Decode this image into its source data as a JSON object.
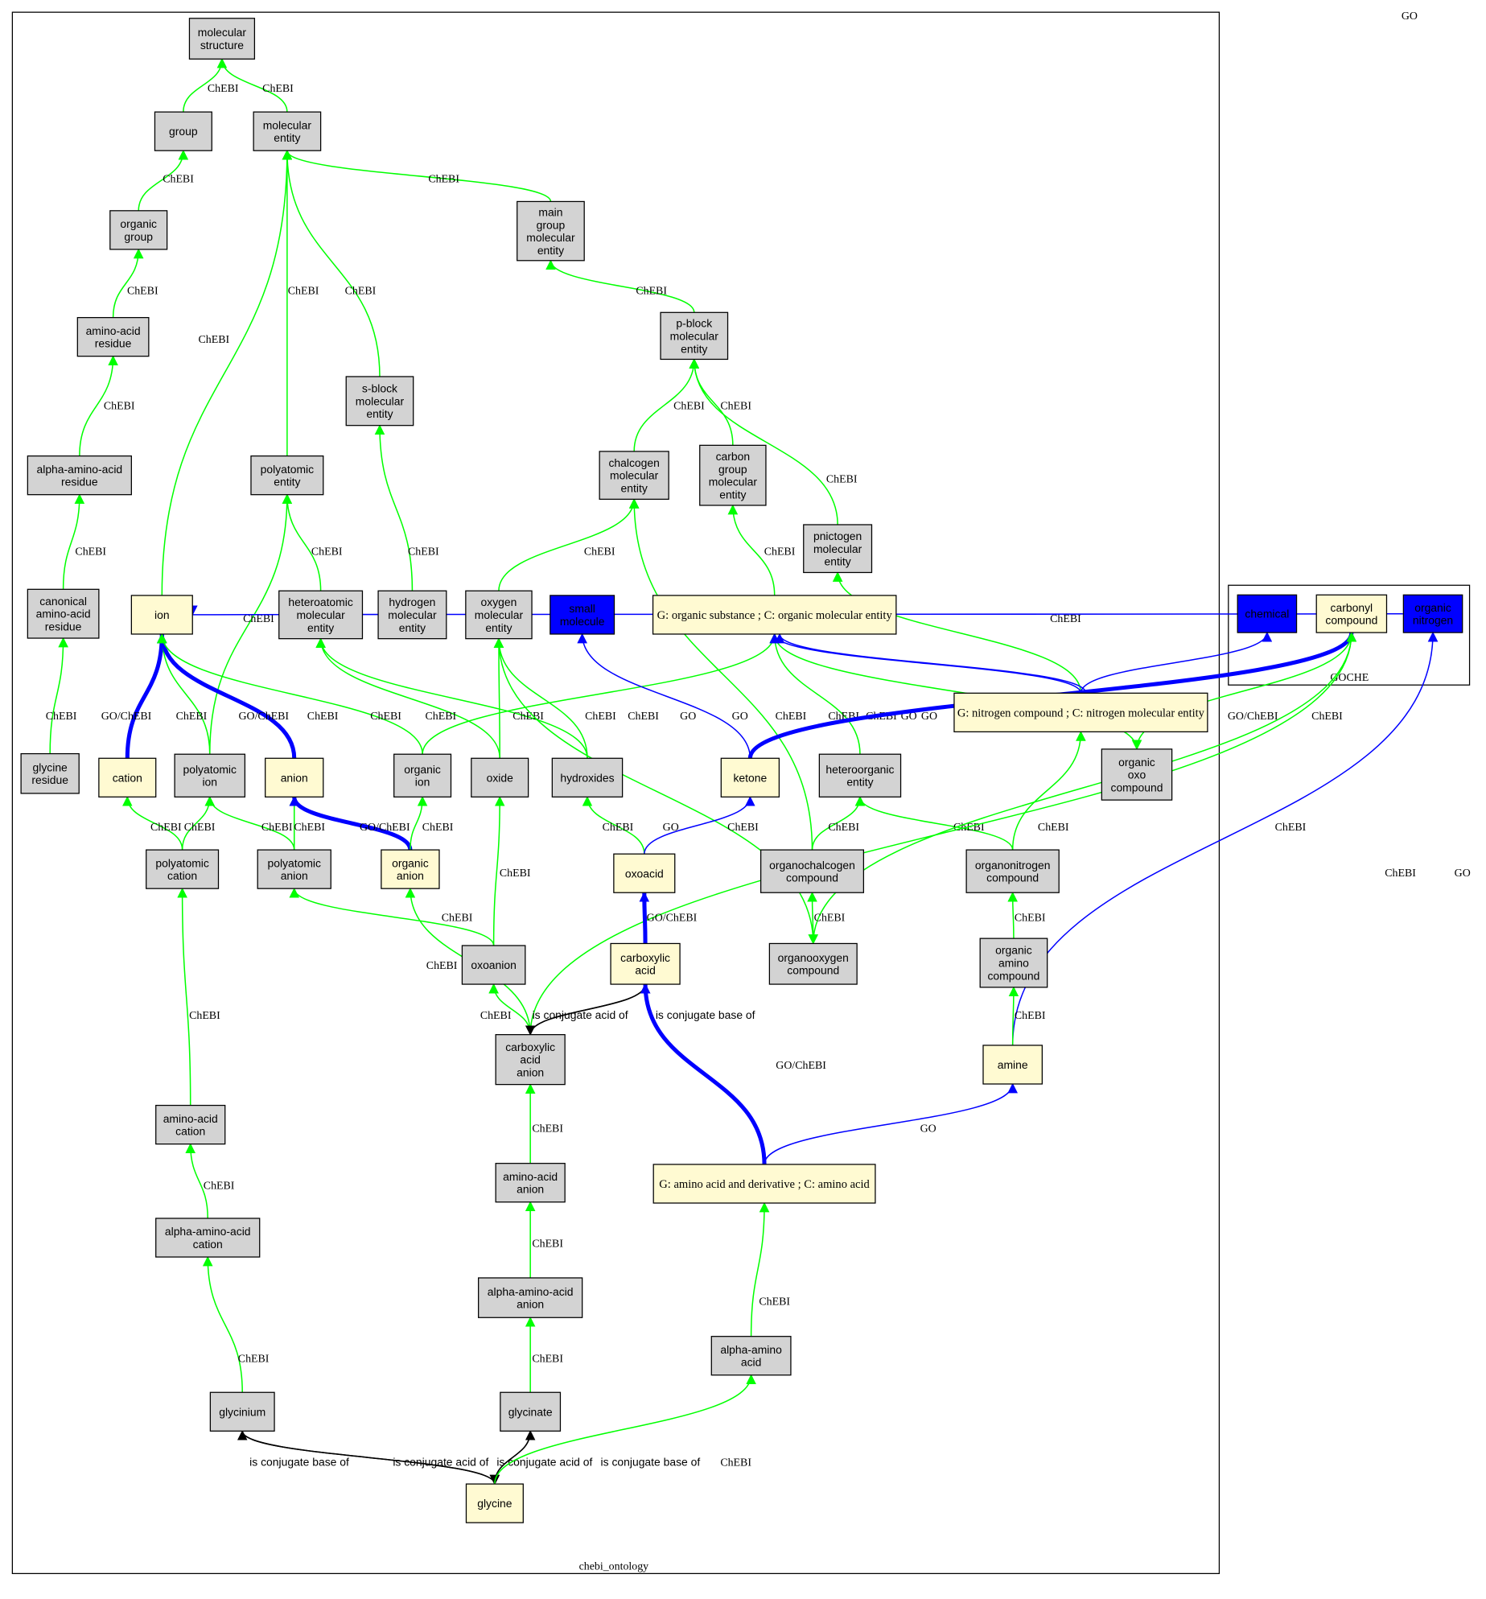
{
  "graph_label": "GO",
  "clusters": {
    "chebi": {
      "label": "chebi_ontology"
    },
    "goche": {
      "label": "GOCHE"
    }
  },
  "colors": {
    "chebi_node": "#d3d3d3",
    "shared_node": "#fffad2",
    "go_node": "#0000ff",
    "chebi_edge": "#00ff00",
    "go_edge": "#0000ff",
    "relation_edge": "#000000"
  },
  "nodes": [
    {
      "id": "molstruct",
      "label": "molecular\nstructure",
      "kind": "chebi"
    },
    {
      "id": "group",
      "label": "group",
      "kind": "chebi"
    },
    {
      "id": "molent",
      "label": "molecular\nentity",
      "kind": "chebi"
    },
    {
      "id": "orggroup",
      "label": "organic\ngroup",
      "kind": "chebi"
    },
    {
      "id": "aares",
      "label": "amino-acid\nresidue",
      "kind": "chebi"
    },
    {
      "id": "maingroup",
      "label": "main\ngroup\nmolecular\nentity",
      "kind": "chebi"
    },
    {
      "id": "pblock",
      "label": "p-block\nmolecular\nentity",
      "kind": "chebi"
    },
    {
      "id": "sblock",
      "label": "s-block\nmolecular\nentity",
      "kind": "chebi"
    },
    {
      "id": "alphaaares",
      "label": "alpha-amino-acid\nresidue",
      "kind": "chebi"
    },
    {
      "id": "polyent",
      "label": "polyatomic\nentity",
      "kind": "chebi"
    },
    {
      "id": "chalcogen",
      "label": "chalcogen\nmolecular\nentity",
      "kind": "chebi"
    },
    {
      "id": "carbongrp",
      "label": "carbon\ngroup\nmolecular\nentity",
      "kind": "chebi"
    },
    {
      "id": "pnictogen",
      "label": "pnictogen\nmolecular\nentity",
      "kind": "chebi"
    },
    {
      "id": "canonaares",
      "label": "canonical\namino-acid\nresidue",
      "kind": "chebi"
    },
    {
      "id": "ion",
      "label": "ion",
      "kind": "shared"
    },
    {
      "id": "heteroatomic",
      "label": "heteroatomic\nmolecular\nentity",
      "kind": "chebi"
    },
    {
      "id": "hydrogen",
      "label": "hydrogen\nmolecular\nentity",
      "kind": "chebi"
    },
    {
      "id": "oxygen",
      "label": "oxygen\nmolecular\nentity",
      "kind": "chebi"
    },
    {
      "id": "smallmol",
      "label": "small\nmolecule",
      "kind": "go"
    },
    {
      "id": "orgsubst",
      "label": "G: organic substance ; C: organic molecular entity",
      "kind": "shared",
      "serif": true
    },
    {
      "id": "nitrocomp",
      "label": "G: nitrogen compound ; C: nitrogen molecular entity",
      "kind": "shared",
      "serif": true
    },
    {
      "id": "chemical",
      "label": "chemical",
      "kind": "go"
    },
    {
      "id": "carbonyl",
      "label": "carbonyl\ncompound",
      "kind": "shared"
    },
    {
      "id": "orgnitrogen",
      "label": "organic\nnitrogen",
      "kind": "go"
    },
    {
      "id": "glyres",
      "label": "glycine\nresidue",
      "kind": "chebi"
    },
    {
      "id": "cation",
      "label": "cation",
      "kind": "shared"
    },
    {
      "id": "polyion",
      "label": "polyatomic\nion",
      "kind": "chebi"
    },
    {
      "id": "anion",
      "label": "anion",
      "kind": "shared"
    },
    {
      "id": "orgion",
      "label": "organic\nion",
      "kind": "chebi"
    },
    {
      "id": "oxide",
      "label": "oxide",
      "kind": "chebi"
    },
    {
      "id": "hydroxides",
      "label": "hydroxides",
      "kind": "chebi"
    },
    {
      "id": "ketone",
      "label": "ketone",
      "kind": "shared"
    },
    {
      "id": "heteroorg",
      "label": "heteroorganic\nentity",
      "kind": "chebi"
    },
    {
      "id": "orgoxo",
      "label": "organic\noxo\ncompound",
      "kind": "chebi"
    },
    {
      "id": "polycation",
      "label": "polyatomic\ncation",
      "kind": "chebi"
    },
    {
      "id": "polyanion",
      "label": "polyatomic\nanion",
      "kind": "chebi"
    },
    {
      "id": "organion",
      "label": "organic\nanion",
      "kind": "shared"
    },
    {
      "id": "oxoacid",
      "label": "oxoacid",
      "kind": "shared"
    },
    {
      "id": "orgchalc",
      "label": "organochalcogen\ncompound",
      "kind": "chebi"
    },
    {
      "id": "orgnitro",
      "label": "organonitrogen\ncompound",
      "kind": "chebi"
    },
    {
      "id": "oxoanion",
      "label": "oxoanion",
      "kind": "chebi"
    },
    {
      "id": "carbacid",
      "label": "carboxylic\nacid",
      "kind": "shared"
    },
    {
      "id": "orgoxy",
      "label": "organooxygen\ncompound",
      "kind": "chebi"
    },
    {
      "id": "orgamino",
      "label": "organic\namino\ncompound",
      "kind": "chebi"
    },
    {
      "id": "carbanion",
      "label": "carboxylic\nacid\nanion",
      "kind": "chebi"
    },
    {
      "id": "amine",
      "label": "amine",
      "kind": "shared"
    },
    {
      "id": "aacation",
      "label": "amino-acid\ncation",
      "kind": "chebi"
    },
    {
      "id": "aaanion",
      "label": "amino-acid\nanion",
      "kind": "chebi"
    },
    {
      "id": "aminoacid",
      "label": "G: amino acid and derivative ; C: amino acid",
      "kind": "shared",
      "serif": true
    },
    {
      "id": "alphaaacation",
      "label": "alpha-amino-acid\ncation",
      "kind": "chebi"
    },
    {
      "id": "alphaaaanion",
      "label": "alpha-amino-acid\nanion",
      "kind": "chebi"
    },
    {
      "id": "alphaaa",
      "label": "alpha-amino\nacid",
      "kind": "chebi"
    },
    {
      "id": "glycinium",
      "label": "glycinium",
      "kind": "chebi"
    },
    {
      "id": "glycinate",
      "label": "glycinate",
      "kind": "chebi"
    },
    {
      "id": "glycine",
      "label": "glycine",
      "kind": "shared"
    }
  ],
  "edges": [
    {
      "from": "group",
      "to": "molstruct",
      "label": "ChEBI",
      "type": "chebi"
    },
    {
      "from": "molent",
      "to": "molstruct",
      "label": "ChEBI",
      "type": "chebi"
    },
    {
      "from": "orggroup",
      "to": "group",
      "label": "ChEBI",
      "type": "chebi"
    },
    {
      "from": "aares",
      "to": "orggroup",
      "label": "ChEBI",
      "type": "chebi"
    },
    {
      "from": "alphaaares",
      "to": "aares",
      "label": "ChEBI",
      "type": "chebi"
    },
    {
      "from": "canonaares",
      "to": "alphaaares",
      "label": "ChEBI",
      "type": "chebi"
    },
    {
      "from": "glyres",
      "to": "canonaares",
      "label": "ChEBI",
      "type": "chebi"
    },
    {
      "from": "maingroup",
      "to": "molent",
      "label": "ChEBI",
      "type": "chebi"
    },
    {
      "from": "pblock",
      "to": "maingroup",
      "label": "ChEBI",
      "type": "chebi"
    },
    {
      "from": "chalcogen",
      "to": "pblock",
      "label": "ChEBI",
      "type": "chebi"
    },
    {
      "from": "carbongrp",
      "to": "pblock",
      "label": "ChEBI",
      "type": "chebi"
    },
    {
      "from": "pnictogen",
      "to": "pblock",
      "label": "ChEBI",
      "type": "chebi"
    },
    {
      "from": "sblock",
      "to": "molent",
      "label": "ChEBI",
      "type": "chebi"
    },
    {
      "from": "polyent",
      "to": "molent",
      "label": "ChEBI",
      "type": "chebi"
    },
    {
      "from": "ion",
      "to": "molent",
      "label": "ChEBI",
      "type": "chebi"
    },
    {
      "from": "hydrogen",
      "to": "sblock",
      "label": "ChEBI",
      "type": "chebi"
    },
    {
      "from": "heteroatomic",
      "to": "polyent",
      "label": "ChEBI",
      "type": "chebi"
    },
    {
      "from": "polyion",
      "to": "polyent",
      "label": "ChEBI",
      "type": "chebi"
    },
    {
      "from": "oxygen",
      "to": "chalcogen",
      "label": "ChEBI",
      "type": "chebi"
    },
    {
      "from": "orgsubst",
      "to": "carbongrp",
      "label": "ChEBI",
      "type": "chebi"
    },
    {
      "from": "nitrocomp",
      "to": "pnictogen",
      "label": "ChEBI",
      "type": "chebi"
    },
    {
      "from": "cation",
      "to": "ion",
      "label": "GO/ChEBI",
      "type": "go",
      "bold": true
    },
    {
      "from": "polyion",
      "to": "ion",
      "label": "ChEBI",
      "type": "chebi"
    },
    {
      "from": "anion",
      "to": "ion",
      "label": "GO/ChEBI",
      "type": "go",
      "bold": true
    },
    {
      "from": "orgion",
      "to": "ion",
      "label": "ChEBI",
      "type": "chebi"
    },
    {
      "from": "oxide",
      "to": "heteroatomic",
      "label": "ChEBI",
      "type": "chebi"
    },
    {
      "from": "hydroxides",
      "to": "heteroatomic",
      "label": "ChEBI",
      "type": "chebi"
    },
    {
      "from": "oxide",
      "to": "oxygen",
      "label": "ChEBI",
      "type": "chebi"
    },
    {
      "from": "orgion",
      "to": "orgsubst",
      "label": "ChEBI",
      "type": "chebi"
    },
    {
      "from": "hydroxides",
      "to": "oxygen",
      "label": "ChEBI",
      "type": "chebi"
    },
    {
      "from": "orgnitrogen",
      "to": "ion",
      "label": "GO",
      "type": "go"
    },
    {
      "from": "ketone",
      "to": "smallmol",
      "label": "GO",
      "type": "go"
    },
    {
      "from": "orgoxy",
      "to": "oxygen",
      "label": "ChEBI",
      "type": "chebi"
    },
    {
      "from": "orgchalc",
      "to": "chalcogen",
      "label": "ChEBI",
      "type": "chebi"
    },
    {
      "from": "heteroorg",
      "to": "orgsubst",
      "label": "ChEBI",
      "type": "chebi"
    },
    {
      "from": "orgoxo",
      "to": "orgsubst",
      "label": "ChEBI",
      "type": "chebi"
    },
    {
      "from": "nitrocomp",
      "to": "orgsubst",
      "label": "GO",
      "type": "go"
    },
    {
      "from": "nitrocomp",
      "to": "orgsubst",
      "label": "GO",
      "type": "go"
    },
    {
      "from": "ketone",
      "to": "carbonyl",
      "label": "GO/ChEBI",
      "type": "go",
      "bold": true
    },
    {
      "from": "carbonyl",
      "to": "orgoxo",
      "label": "ChEBI",
      "type": "chebi"
    },
    {
      "from": "nitrocomp",
      "to": "chemical",
      "label": "",
      "type": "go"
    },
    {
      "from": "polycation",
      "to": "cation",
      "label": "ChEBI",
      "type": "chebi"
    },
    {
      "from": "polycation",
      "to": "polyion",
      "label": "ChEBI",
      "type": "chebi"
    },
    {
      "from": "polyanion",
      "to": "polyion",
      "label": "ChEBI",
      "type": "chebi"
    },
    {
      "from": "polyanion",
      "to": "anion",
      "label": "ChEBI",
      "type": "chebi"
    },
    {
      "from": "organion",
      "to": "anion",
      "label": "GO/ChEBI",
      "type": "go",
      "bold": true
    },
    {
      "from": "organion",
      "to": "orgion",
      "label": "ChEBI",
      "type": "chebi"
    },
    {
      "from": "oxoacid",
      "to": "hydroxides",
      "label": "ChEBI",
      "type": "chebi"
    },
    {
      "from": "oxoacid",
      "to": "ketone",
      "label": "GO",
      "type": "go"
    },
    {
      "from": "orgchalc",
      "to": "heteroorg",
      "label": "ChEBI",
      "type": "chebi"
    },
    {
      "from": "orgnitro",
      "to": "heteroorg",
      "label": "ChEBI",
      "type": "chebi"
    },
    {
      "from": "orgnitro",
      "to": "nitrocomp",
      "label": "ChEBI",
      "type": "chebi"
    },
    {
      "from": "carbonyl",
      "to": "orgoxy",
      "label": "ChEBI",
      "type": "chebi"
    },
    {
      "from": "oxoanion",
      "to": "oxide",
      "label": "ChEBI",
      "type": "chebi"
    },
    {
      "from": "amine",
      "to": "orgnitrogen",
      "label": "GO",
      "type": "go"
    },
    {
      "from": "carbanion",
      "to": "carbonyl",
      "label": "ChEBI",
      "type": "chebi"
    },
    {
      "from": "oxoanion",
      "to": "polyanion",
      "label": "ChEBI",
      "type": "chebi"
    },
    {
      "from": "carbacid",
      "to": "oxoacid",
      "label": "GO/ChEBI",
      "type": "go",
      "bold": true
    },
    {
      "from": "orgoxy",
      "to": "orgchalc",
      "label": "ChEBI",
      "type": "chebi"
    },
    {
      "from": "orgamino",
      "to": "orgnitro",
      "label": "ChEBI",
      "type": "chebi"
    },
    {
      "from": "carbanion",
      "to": "organion",
      "label": "ChEBI",
      "type": "chebi"
    },
    {
      "from": "carbanion",
      "to": "oxoanion",
      "label": "ChEBI",
      "type": "chebi"
    },
    {
      "from": "carbacid",
      "to": "carbanion",
      "label": "is conjugate acid of",
      "type": "relation"
    },
    {
      "from": "carbanion",
      "to": "carbacid",
      "label": "is conjugate base of",
      "type": "relation"
    },
    {
      "from": "amine",
      "to": "orgamino",
      "label": "ChEBI",
      "type": "chebi"
    },
    {
      "from": "aacation",
      "to": "polycation",
      "label": "ChEBI",
      "type": "chebi"
    },
    {
      "from": "aminoacid",
      "to": "carbacid",
      "label": "GO/ChEBI",
      "type": "go",
      "bold": true
    },
    {
      "from": "aminoacid",
      "to": "amine",
      "label": "GO",
      "type": "go"
    },
    {
      "from": "aaanion",
      "to": "carbanion",
      "label": "ChEBI",
      "type": "chebi"
    },
    {
      "from": "alphaaacation",
      "to": "aacation",
      "label": "ChEBI",
      "type": "chebi"
    },
    {
      "from": "alphaaaanion",
      "to": "aaanion",
      "label": "ChEBI",
      "type": "chebi"
    },
    {
      "from": "alphaaa",
      "to": "aminoacid",
      "label": "ChEBI",
      "type": "chebi"
    },
    {
      "from": "glycinium",
      "to": "alphaaacation",
      "label": "ChEBI",
      "type": "chebi"
    },
    {
      "from": "glycinate",
      "to": "alphaaaanion",
      "label": "ChEBI",
      "type": "chebi"
    },
    {
      "from": "glycine",
      "to": "glycinium",
      "label": "is conjugate base of",
      "type": "relation"
    },
    {
      "from": "glycinium",
      "to": "glycine",
      "label": "is conjugate acid of",
      "type": "relation"
    },
    {
      "from": "glycine",
      "to": "glycinate",
      "label": "is conjugate acid of",
      "type": "relation"
    },
    {
      "from": "glycinate",
      "to": "glycine",
      "label": "is conjugate base of",
      "type": "relation"
    },
    {
      "from": "glycine",
      "to": "alphaaa",
      "label": "ChEBI",
      "type": "chebi"
    }
  ]
}
